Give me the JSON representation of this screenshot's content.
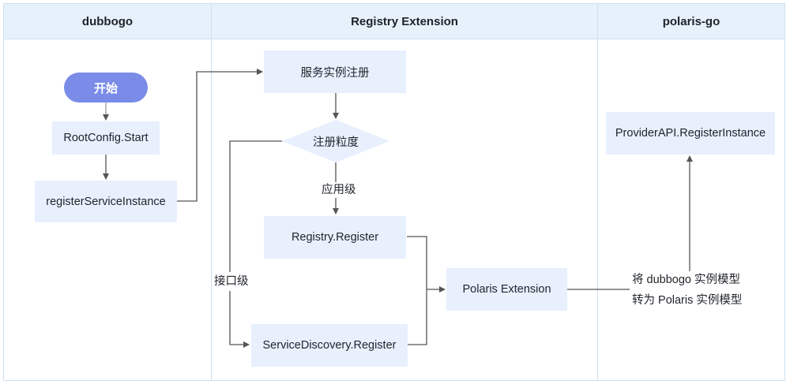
{
  "lanes": [
    {
      "title": "dubbogo"
    },
    {
      "title": "Registry Extension"
    },
    {
      "title": "polaris-go"
    }
  ],
  "nodes": {
    "start": "开始",
    "root_config_start": "RootConfig.Start",
    "register_service_instance": "registerServiceInstance",
    "service_instance_register": "服务实例注册",
    "granularity_decision": "注册粒度",
    "registry_register": "Registry.Register",
    "service_discovery_register": "ServiceDiscovery.Register",
    "polaris_extension": "Polaris Extension",
    "provider_api_register_instance": "ProviderAPI.RegisterInstance"
  },
  "edge_labels": {
    "application_level": "应用级",
    "interface_level": "接口级",
    "convert_line1": "将 dubbogo 实例模型",
    "convert_line2": "转为 Polaris 实例模型"
  },
  "colors": {
    "lane_header_bg": "#e6f1fb",
    "node_bg": "#e8f0fe",
    "start_bg": "#7a8ce8",
    "edge": "#555555",
    "border": "#cfe0ee"
  }
}
